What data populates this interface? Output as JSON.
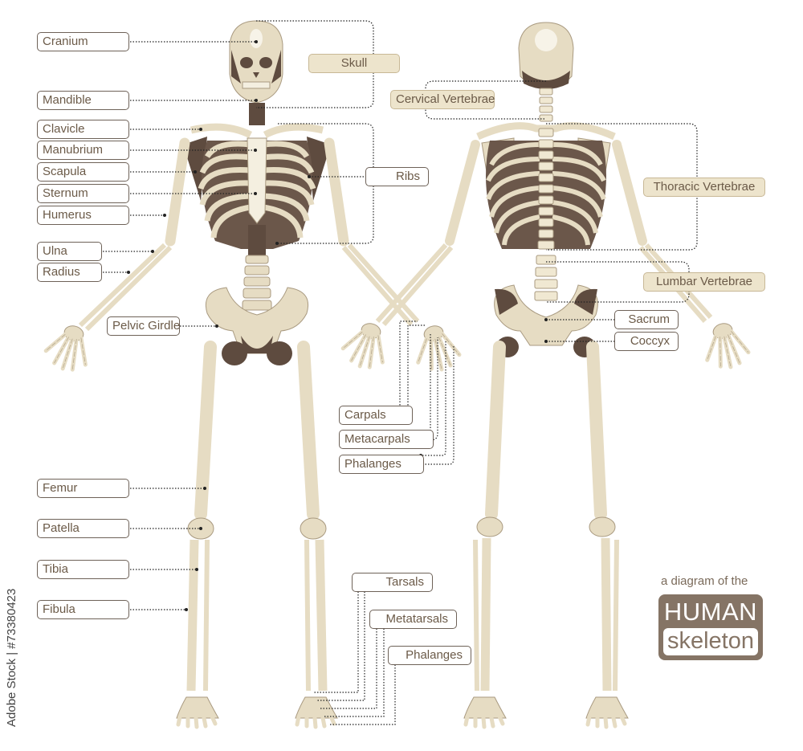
{
  "diagram": {
    "title_prefix": "a diagram of the",
    "title_main": "HUMAN",
    "title_sub": "skeleton",
    "credit": "Adobe Stock | #73380423",
    "colors": {
      "bone": "#e6dcc3",
      "bone_shadow": "#5e4b3f",
      "label_border": "#6e6258",
      "label_text": "#6b5a48",
      "group_fill": "#ede4cc",
      "title_box": "#857465"
    },
    "front_labels": [
      {
        "id": "cranium",
        "text": "Cranium"
      },
      {
        "id": "mandible",
        "text": "Mandible"
      },
      {
        "id": "clavicle",
        "text": "Clavicle"
      },
      {
        "id": "manubrium",
        "text": "Manubrium"
      },
      {
        "id": "scapula",
        "text": "Scapula"
      },
      {
        "id": "sternum",
        "text": "Sternum"
      },
      {
        "id": "humerus",
        "text": "Humerus"
      },
      {
        "id": "ulna",
        "text": "Ulna"
      },
      {
        "id": "radius",
        "text": "Radius"
      },
      {
        "id": "pelvic-girdle",
        "text": "Pelvic Girdle"
      },
      {
        "id": "femur",
        "text": "Femur"
      },
      {
        "id": "patella",
        "text": "Patella"
      },
      {
        "id": "tibia",
        "text": "Tibia"
      },
      {
        "id": "fibula",
        "text": "Fibula"
      },
      {
        "id": "ribs",
        "text": "Ribs"
      }
    ],
    "group_labels": [
      {
        "id": "skull",
        "text": "Skull"
      },
      {
        "id": "cervical-vertebrae",
        "text": "Cervical Vertebrae"
      },
      {
        "id": "thoracic-vertebrae",
        "text": "Thoracic Vertebrae"
      },
      {
        "id": "lumbar-vertebrae",
        "text": "Lumbar Vertebrae"
      }
    ],
    "hand_labels": [
      {
        "id": "carpals",
        "text": "Carpals"
      },
      {
        "id": "metacarpals",
        "text": "Metacarpals"
      },
      {
        "id": "hand-phalanges",
        "text": "Phalanges"
      }
    ],
    "foot_labels": [
      {
        "id": "tarsals",
        "text": "Tarsals"
      },
      {
        "id": "metatarsals",
        "text": "Metatarsals"
      },
      {
        "id": "foot-phalanges",
        "text": "Phalanges"
      }
    ],
    "back_labels": [
      {
        "id": "sacrum",
        "text": "Sacrum"
      },
      {
        "id": "coccyx",
        "text": "Coccyx"
      }
    ]
  }
}
